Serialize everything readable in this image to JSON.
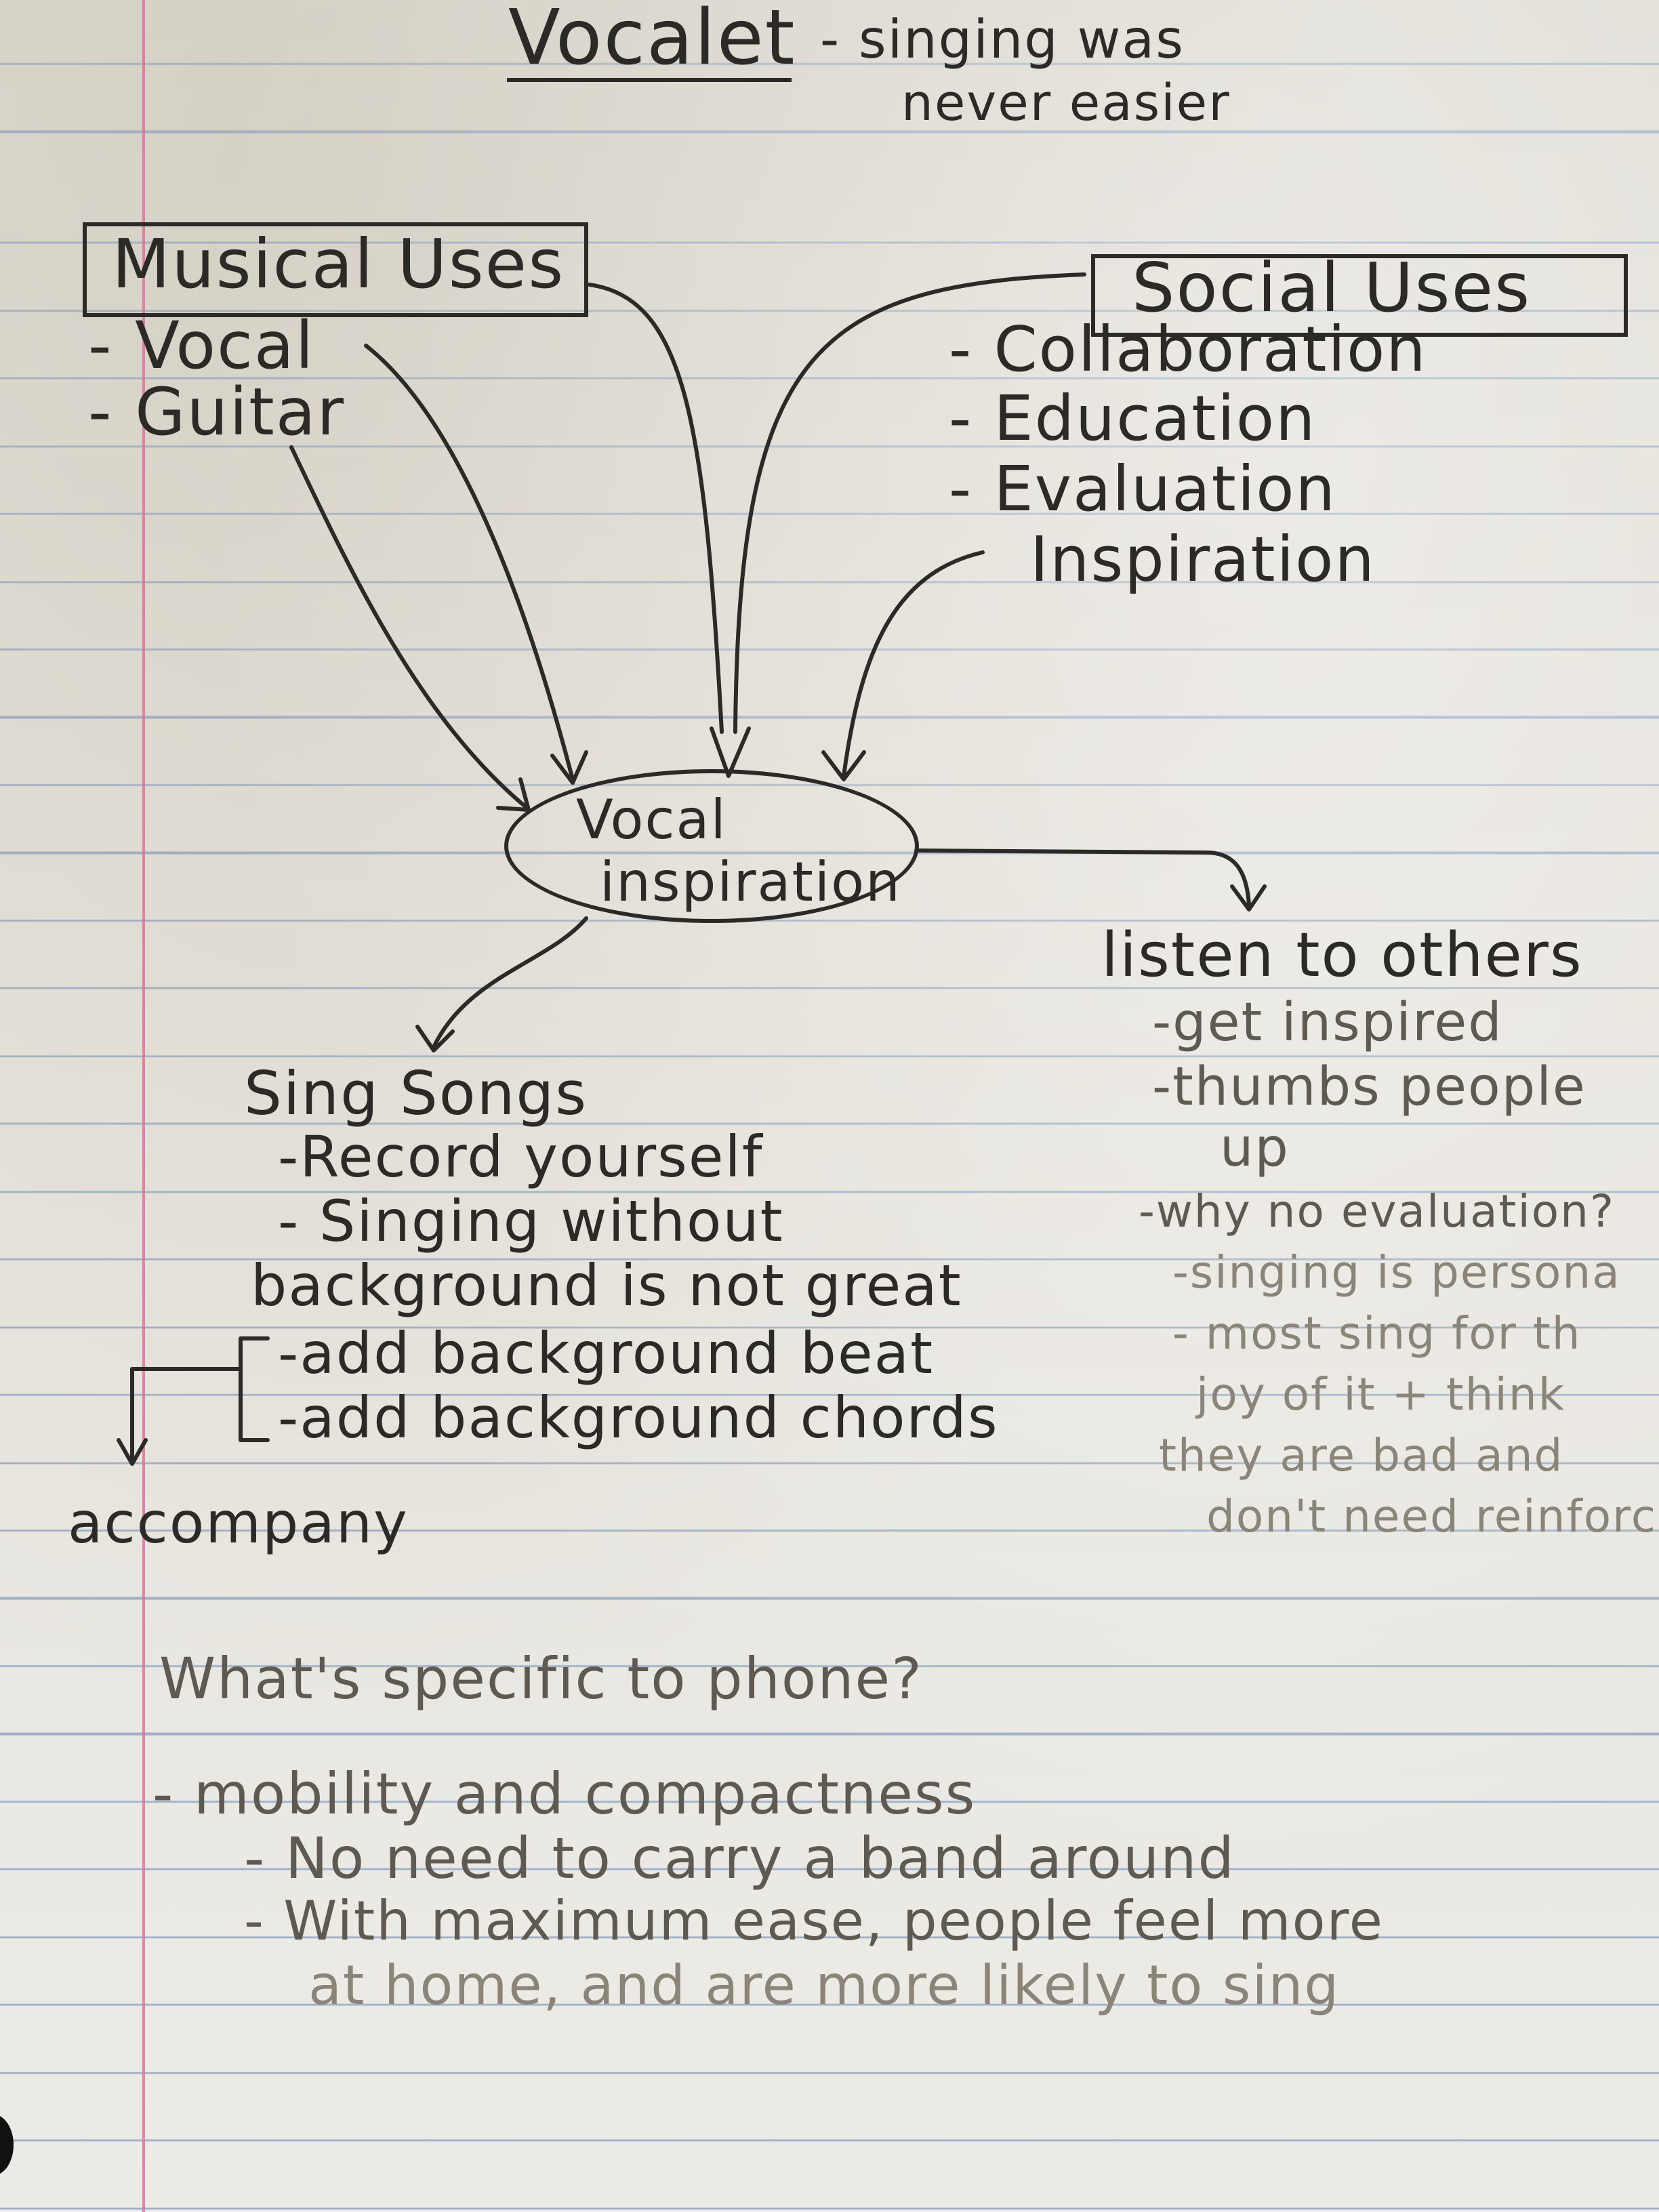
{
  "title": {
    "main": "Vocalet",
    "tagline_line1": "- singing was",
    "tagline_line2": "never easier"
  },
  "musical_uses": {
    "heading": "Musical Uses",
    "items": [
      "- Vocal",
      "- Guitar"
    ]
  },
  "social_uses": {
    "heading": "Social Uses",
    "items": [
      "- Collaboration",
      "- Education",
      "- Evaluation",
      "Inspiration"
    ]
  },
  "center": {
    "line1": "Vocal",
    "line2": "inspiration"
  },
  "listen_branch": {
    "heading": "listen to others",
    "items": [
      "-get inspired",
      "-thumbs people",
      "up",
      "-why no evaluation?",
      "-singing is persona",
      "- most sing for th",
      "joy of it + think",
      "they are bad and",
      "don't need reinforce"
    ]
  },
  "sing_branch": {
    "heading": "Sing Songs",
    "items": [
      "-Record yourself",
      "- Singing without",
      "background is not great",
      "-add background beat",
      "-add background chords"
    ],
    "bracket_label": "accompany"
  },
  "phone_section": {
    "question": "What's specific to phone?",
    "items": [
      "- mobility and compactness",
      "- No need to carry a band around",
      "- With maximum ease, people feel more",
      "at home, and are more likely to sing"
    ]
  }
}
